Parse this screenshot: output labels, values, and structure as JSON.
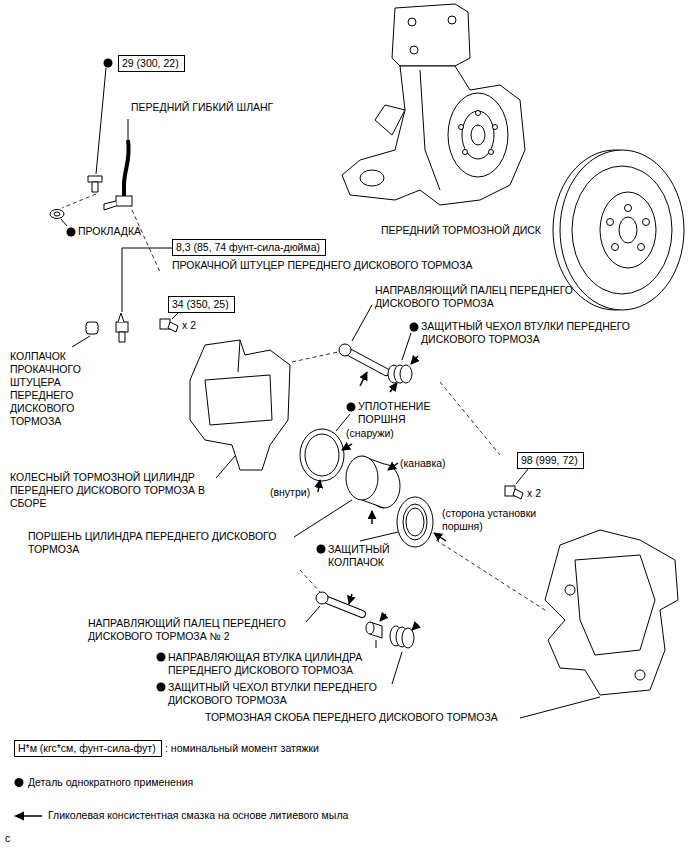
{
  "diagram": {
    "nodes": [
      {
        "text": [
          "29 (300, 22)"
        ]
      },
      {
        "text": [
          "8,3 (85, 74 фунт-сила-дюйма)"
        ]
      },
      {
        "text": [
          "34 (350, 25)"
        ]
      },
      {
        "text": [
          "98 (999, 72)"
        ]
      },
      {
        "text": [
          "Н*м (кгс*см, фунт-сила-фут)"
        ]
      }
    ],
    "labels": [
      "ПЕРЕДНИЙ ГИБКИЙ ШЛАНГ",
      "ПРОКЛАДКА",
      "ПЕРЕДНИЙ ТОРМОЗНОЙ ДИСК",
      "ПРОКАЧНОЙ ШТУЦЕР ПЕРЕДНЕГО ДИСКОВОГО ТОРМОЗА",
      "НАПРАВЛЯЮЩИЙ ПАЛЕЦ ПЕРЕДНЕГО ДИСКОВОГО ТОРМОЗА",
      "x 2",
      "ЗАЩИТНЫЙ ЧЕХОЛ ВТУЛКИ ПЕРЕДНЕГО ДИСКОВОГО ТОРМОЗА",
      "КОЛПАЧОК ПРОКАЧНОГО ШТУЦЕРА ПЕРЕДНЕГО ДИСКОВОГО ТОРМОЗА",
      "УПЛОТНЕНИЕ ПОРШНЯ",
      "(снаружи)",
      "(канавка)",
      "(внутри)",
      "x 2",
      "КОЛЕСНЫЙ ТОРМОЗНОЙ ЦИЛИНДР ПЕРЕДНЕГО ДИСКОВОГО ТОРМОЗА В СБОРЕ",
      "(сторона установки поршня)",
      "ПОРШЕНЬ ЦИЛИНДРА ПЕРЕДНЕГО ДИСКОВОГО ТОРМОЗА",
      "ЗАЩИТНЫЙ КОЛПАЧОК",
      "НАПРАВЛЯЮЩИЙ ПАЛЕЦ ПЕРЕДНЕГО ДИСКОВОГО ТОРМОЗА № 2",
      "НАПРАВЛЯЮЩАЯ ВТУЛКА ЦИЛИНДРА ПЕРЕДНЕГО ДИСКОВОГО ТОРМОЗА",
      "ЗАЩИТНЫЙ ЧЕХОЛ ВТУЛКИ ПЕРЕДНЕГО ДИСКОВОГО ТОРМОЗА",
      "ТОРМОЗНАЯ СКОБА ПЕРЕДНЕГО ДИСКОВОГО ТОРМОЗА",
      "c"
    ],
    "legend": [
      {
        "text": ": номинальный момент затяжки"
      },
      {
        "text": "Деталь однократного применения"
      },
      {
        "text": "Гликолевая консистентная смазка на основе литиевого мыла"
      }
    ]
  }
}
